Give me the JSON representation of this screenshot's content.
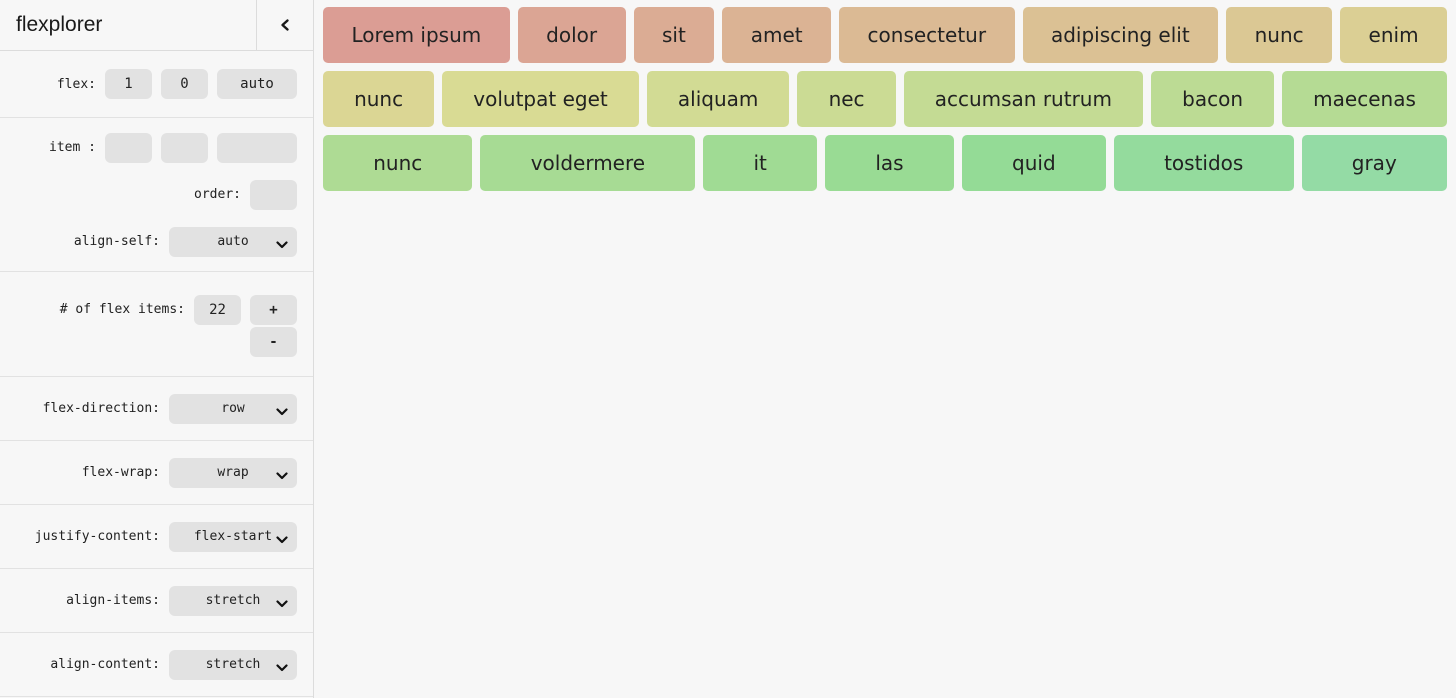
{
  "app": {
    "title": "flexplorer"
  },
  "sidebar": {
    "flex": {
      "label": "flex:",
      "values": [
        "1",
        "0",
        "auto"
      ]
    },
    "item": {
      "label": "item :",
      "values": [
        "",
        "",
        ""
      ]
    },
    "order": {
      "label": "order:",
      "value": ""
    },
    "align_self": {
      "label": "align-self:",
      "value": "auto"
    },
    "count": {
      "label": "# of flex items:",
      "value": "22",
      "increment_label": "+",
      "decrement_label": "-"
    },
    "flex_direction": {
      "label": "flex-direction:",
      "value": "row"
    },
    "flex_wrap": {
      "label": "flex-wrap:",
      "value": "wrap"
    },
    "justify_content": {
      "label": "justify-content:",
      "value": "flex-start"
    },
    "align_items": {
      "label": "align-items:",
      "value": "stretch"
    },
    "align_content": {
      "label": "align-content:",
      "value": "stretch"
    }
  },
  "icons": {
    "collapse": "chevron-left",
    "dropdown": "chevron-down"
  },
  "colors": {
    "background": "#f7f7f7",
    "control_background": "#e2e2e2",
    "border": "#dcdcdc",
    "text": "#222222"
  },
  "main": {
    "rows": [
      {
        "items": [
          {
            "label": "Lorem ipsum",
            "color": "#DB9D94"
          },
          {
            "label": "dolor",
            "color": "#DBA594"
          },
          {
            "label": "sit",
            "color": "#DBAC94"
          },
          {
            "label": "amet",
            "color": "#DBB394"
          },
          {
            "label": "consectetur",
            "color": "#DBBA94"
          },
          {
            "label": "adipiscing elit",
            "color": "#DBC194"
          },
          {
            "label": "nunc",
            "color": "#DBC894"
          },
          {
            "label": "enim",
            "color": "#DBCF94"
          }
        ]
      },
      {
        "items": [
          {
            "label": "nunc",
            "color": "#DBD694"
          },
          {
            "label": "volutpat eget",
            "color": "#D9DB94"
          },
          {
            "label": "aliquam",
            "color": "#D2DB94"
          },
          {
            "label": "nec",
            "color": "#CBDB94"
          },
          {
            "label": "accumsan rutrum",
            "color": "#C4DB94"
          },
          {
            "label": "bacon",
            "color": "#BCDB94"
          },
          {
            "label": "maecenas",
            "color": "#B5DB94"
          }
        ]
      },
      {
        "items": [
          {
            "label": "nunc",
            "color": "#AEDB94"
          },
          {
            "label": "voldermere",
            "color": "#A7DB94"
          },
          {
            "label": "it",
            "color": "#A0DB94"
          },
          {
            "label": "las",
            "color": "#99DB94"
          },
          {
            "label": "quid",
            "color": "#94DB96"
          },
          {
            "label": "tostidos",
            "color": "#94DB9D"
          },
          {
            "label": "gray",
            "color": "#94DBA5"
          }
        ]
      }
    ]
  }
}
